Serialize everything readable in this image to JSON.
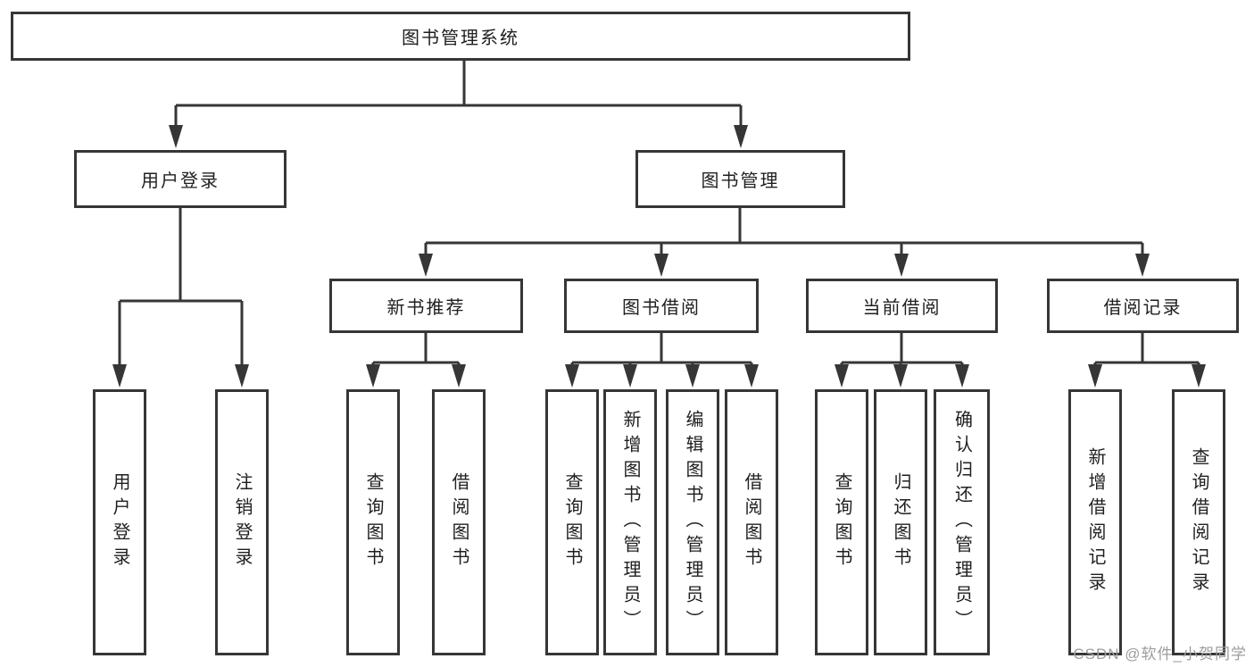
{
  "diagram": {
    "title": "图书管理系统",
    "watermark": "CSDN @软件_小贺同学",
    "colors": {
      "line": "#363636",
      "text": "#1f1f1f",
      "background": "#ffffff",
      "watermark": "#9d9d9d"
    },
    "tree": {
      "label": "图书管理系统",
      "children": [
        {
          "label": "用户登录",
          "children": [
            {
              "label": "用户登录"
            },
            {
              "label": "注销登录"
            }
          ]
        },
        {
          "label": "图书管理",
          "children": [
            {
              "label": "新书推荐",
              "children": [
                {
                  "label": "查询图书"
                },
                {
                  "label": "借阅图书"
                }
              ]
            },
            {
              "label": "图书借阅",
              "children": [
                {
                  "label": "查询图书"
                },
                {
                  "label": "新增图书（管理员）"
                },
                {
                  "label": "编辑图书（管理员）"
                },
                {
                  "label": "借阅图书"
                }
              ]
            },
            {
              "label": "当前借阅",
              "children": [
                {
                  "label": "查询图书"
                },
                {
                  "label": "归还图书"
                },
                {
                  "label": "确认归还（管理员）"
                }
              ]
            },
            {
              "label": "借阅记录",
              "children": [
                {
                  "label": "新增借阅记录"
                },
                {
                  "label": "查询借阅记录"
                }
              ]
            }
          ]
        }
      ]
    }
  }
}
